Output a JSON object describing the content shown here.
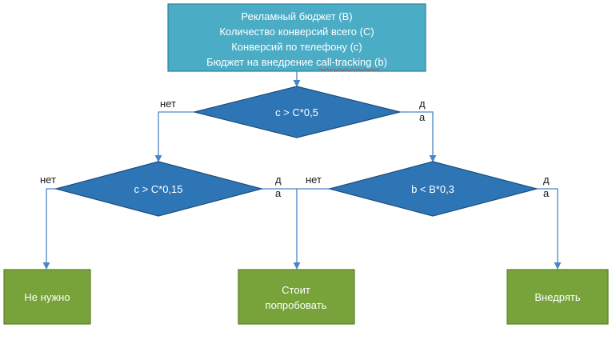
{
  "colors": {
    "input_box_fill": "#4bacc6",
    "input_box_border": "#2e7d9a",
    "decision_fill": "#2e75b6",
    "decision_border": "#1f4e79",
    "result_fill": "#77a33a",
    "result_border": "#5a7f2a",
    "connector": "#4a86c5",
    "label_text": "#1a1a1a",
    "box_text": "#ffffff"
  },
  "input_box": {
    "lines": [
      "Рекламный бюджет (В)",
      "Количество конверсий всего (С)",
      "Конверсий по телефону (с)",
      "Бюджет на внедрение call-tracking (b)"
    ]
  },
  "decisions": {
    "top": {
      "condition": "c > C*0,5"
    },
    "left": {
      "condition": "c > C*0,15"
    },
    "right": {
      "condition": "b < B*0,3"
    }
  },
  "branch_labels": {
    "no": "нет",
    "yes_line1": "д",
    "yes_line2": "а"
  },
  "results": {
    "not_needed": {
      "lines": [
        "Не нужно"
      ]
    },
    "worth_trying": {
      "lines": [
        "Стоит",
        "попробовать"
      ]
    },
    "implement": {
      "lines": [
        "Внедрять"
      ]
    }
  }
}
